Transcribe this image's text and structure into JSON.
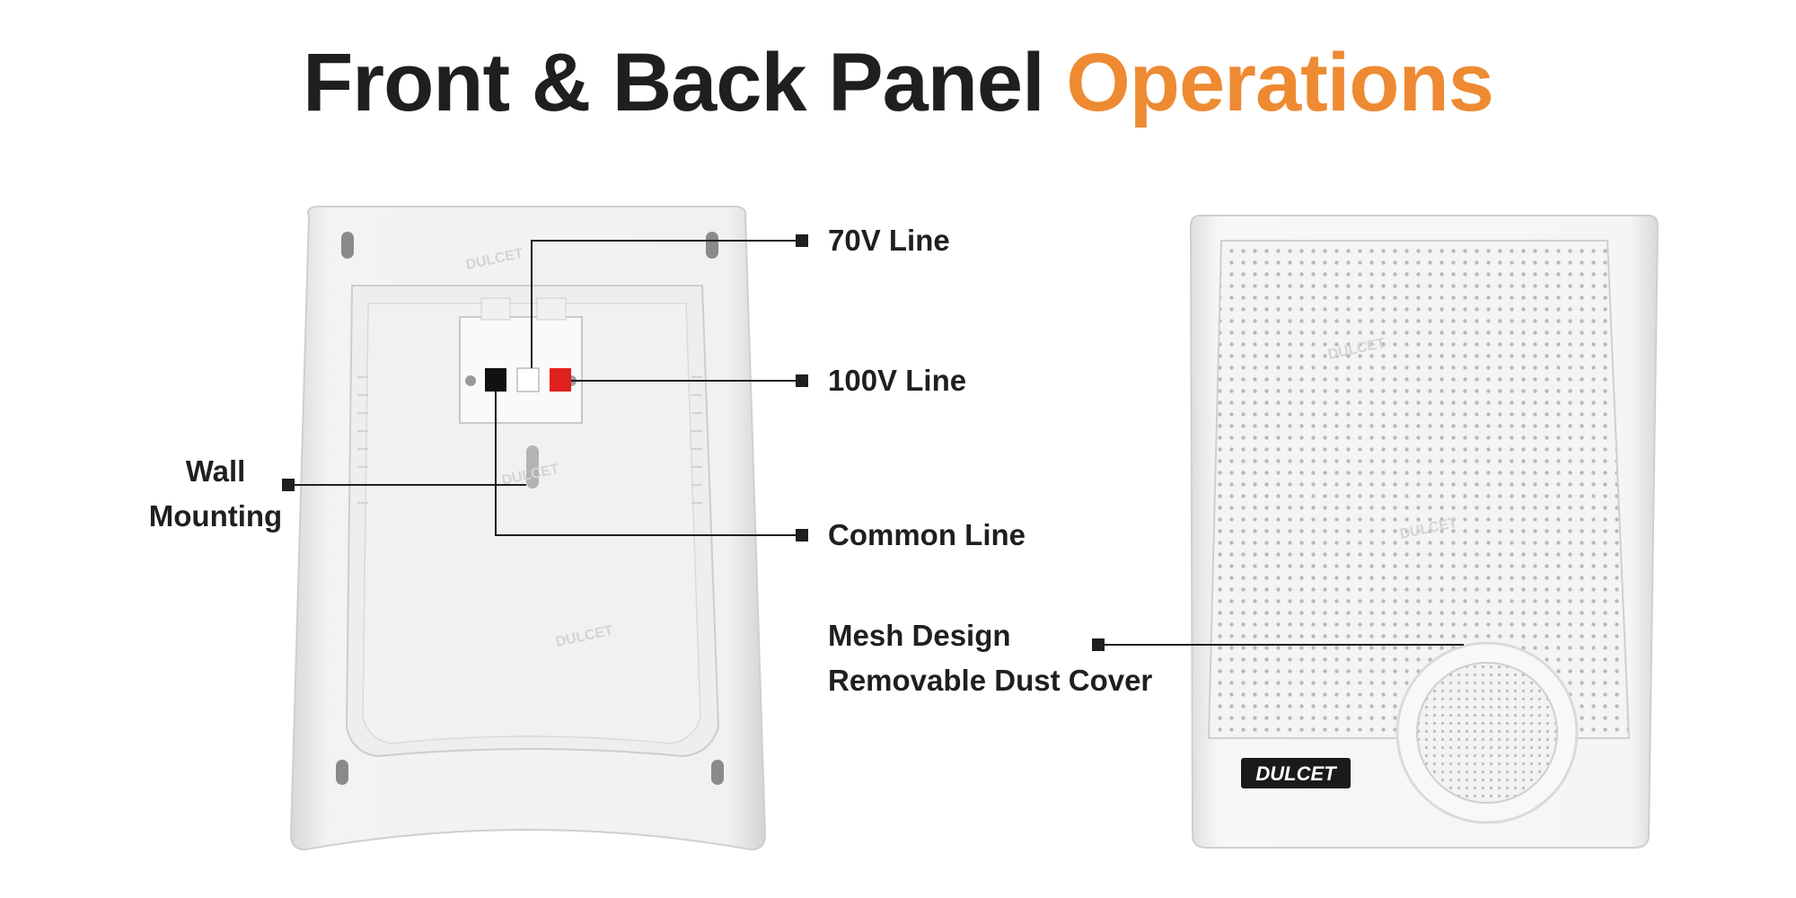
{
  "title": {
    "part1": "Front & Back Panel",
    "part2": "Operations"
  },
  "callouts": {
    "line70v": "70V Line",
    "line100v": "100V Line",
    "common_line": "Common Line",
    "wall_mounting": [
      "Wall",
      "Mounting"
    ],
    "mesh": [
      "Mesh Design",
      "Removable Dust Cover"
    ]
  },
  "brand": {
    "badge": "DULCET",
    "watermark": "DULCET"
  },
  "colors": {
    "accent": "#ee8a32",
    "text": "#1f1f1f",
    "terminal_red": "#e0201e",
    "terminal_black": "#111111"
  },
  "icons": [
    "square-bullet-icon"
  ]
}
